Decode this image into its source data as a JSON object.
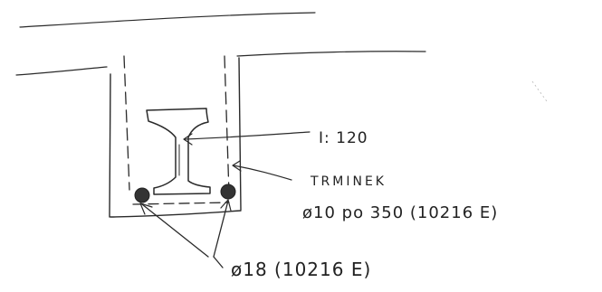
{
  "labels": {
    "beam": "I: 120",
    "stirrup_name": "TRMINEK",
    "stirrup_spec": "ø10 po 350 (10216 E)",
    "main_bars": "ø18 (10216 E)"
  }
}
